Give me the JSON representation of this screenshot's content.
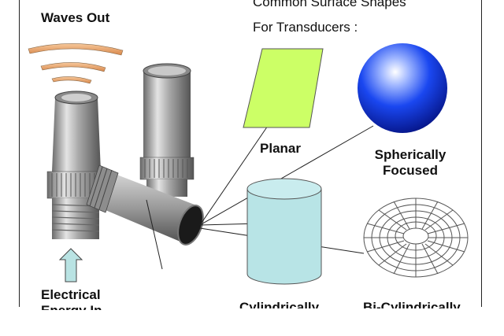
{
  "labels": {
    "waves_out": "Waves Out",
    "heading_line1": "Common Surface Shapes",
    "heading_line2": "For Transducers :",
    "planar": "Planar",
    "spherically_line1": "Spherically",
    "spherically_line2": "Focused",
    "electrical_line1": "Electrical",
    "electrical_line2": "Energy In",
    "cylindrically": "Cylindrically",
    "bi_cylindrically": "Bi-Cylindrically"
  },
  "colors": {
    "planar_fill": "#ccff66",
    "sphere_core": "#0a2fd8",
    "cylinder_fill": "#b8e4e6",
    "arrow_fill": "#b9e3e3",
    "wave_orange": "#e9a66a"
  },
  "icons": {
    "transducers": "metal-transducer-photo",
    "waves": "wave-arcs-icon",
    "arrow": "up-arrow-icon",
    "torus": "wireframe-torus-icon"
  }
}
